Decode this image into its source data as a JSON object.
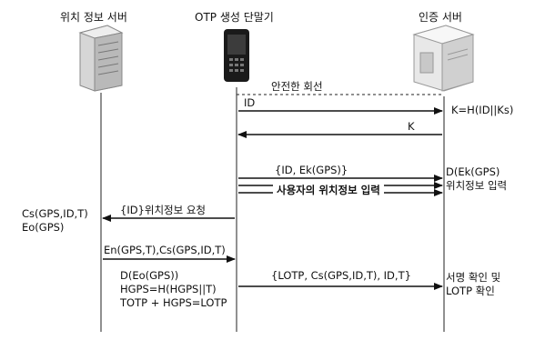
{
  "participants": {
    "location_server": "위치 정보 서버",
    "otp_terminal": "OTP 생성 단말기",
    "auth_server": "인증 서버"
  },
  "secure_channel": "안전한 회선",
  "messages": {
    "id": "ID",
    "k_formula": "K=H(ID||Ks)",
    "k": "K",
    "id_enc_gps": "{ID, Ek(GPS)}",
    "decrypt_gps": "D(Ek(GPS)\n위치정보 입력",
    "user_location_input": "사용자의 위치정보 입력",
    "location_request": "{ID}위치정보 요청",
    "location_server_state": "Cs(GPS,ID,T)\nEo(GPS)",
    "enc_reply": "En(GPS,T),Cs(GPS,ID,T)",
    "otp_computation": "D(Eo(GPS))\nHGPS=H(HGPS||T)\nTOTP + HGPS=LOTP",
    "lotp_message": "{LOTP, Cs(GPS,ID,T), ID,T}",
    "verify": "서명 확인 및\nLOTP 확인"
  }
}
